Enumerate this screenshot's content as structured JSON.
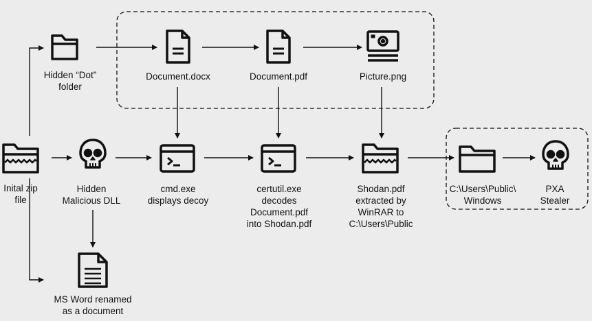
{
  "nodes": {
    "initial_zip": {
      "label": "Inital zip\nfile",
      "icon": "zip-folder-icon"
    },
    "hidden_dot_folder": {
      "label": "Hidden “Dot”\nfolder",
      "icon": "folder-icon"
    },
    "hidden_dll": {
      "label": "Hidden\nMalicious DLL",
      "icon": "skull-icon"
    },
    "ms_word": {
      "label": "MS Word renamed\nas a document",
      "icon": "document-icon"
    },
    "document_docx": {
      "label": "Document.docx",
      "icon": "document-icon"
    },
    "document_pdf": {
      "label": "Document.pdf",
      "icon": "document-icon"
    },
    "picture_png": {
      "label": "Picture.png",
      "icon": "photo-icon"
    },
    "cmd_exe": {
      "label": "cmd.exe\ndisplays decoy",
      "icon": "terminal-icon"
    },
    "certutil": {
      "label": "certutil.exe\ndecodes\nDocument.pdf\ninto Shodan.pdf",
      "icon": "terminal-icon"
    },
    "shodan_pdf": {
      "label": "Shodan.pdf\nextracted by\nWinRAR to\nC:\\Users\\Public",
      "icon": "zip-folder-icon"
    },
    "users_public_windows": {
      "label": "C:\\Users\\Public\\\nWindows",
      "icon": "folder-icon"
    },
    "pxa_stealer": {
      "label": "PXA Stealer",
      "icon": "skull-icon"
    }
  },
  "colors": {
    "background": "#ececec",
    "ink": "#111111"
  }
}
